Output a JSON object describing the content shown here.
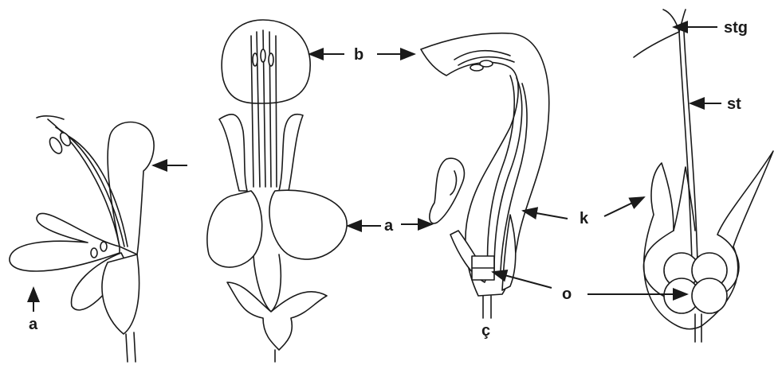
{
  "labels": {
    "a_left": "a",
    "b": "b",
    "a_center": "a",
    "k": "k",
    "o": "o",
    "c_cedilla": "ç",
    "stg": "stg",
    "st": "st"
  }
}
